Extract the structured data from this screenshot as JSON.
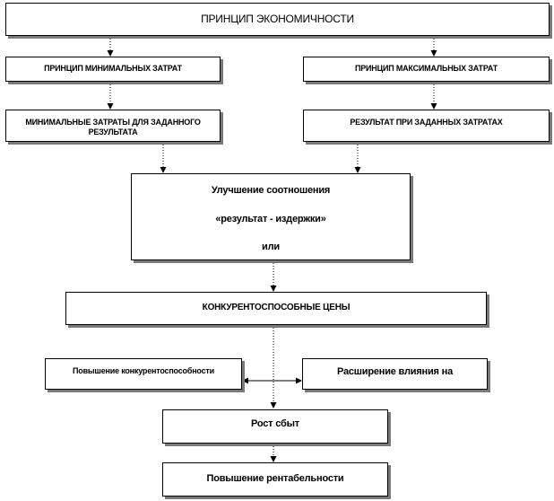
{
  "diagram": {
    "top": "ПРИНЦИП ЭКОНОМИЧНОСТИ",
    "min_principle": "ПРИНЦИП МИНИМАЛЬНЫХ ЗАТРАТ",
    "max_principle": "ПРИНЦИП МАКСИМАЛЬНЫХ ЗАТРАТ",
    "min_costs": "МИНИМАЛЬНЫЕ ЗАТРАТЫ ДЛЯ ЗАДАННОГО РЕЗУЛЬТАТА",
    "result_costs": "РЕЗУЛЬТАТ ПРИ ЗАДАННЫХ ЗАТРАТАХ",
    "improvement": {
      "line1": "Улучшение соотношения",
      "line2": "«результат - издержки»",
      "line3": "или"
    },
    "prices": "КОНКУРЕНТОСПОСОБНЫЕ ЦЕНЫ",
    "competitiveness": "Повышение конкурентоспособности",
    "influence": "Расширение влияния на",
    "sales": "Рост сбыт",
    "profitability": "Повышение рентабельности"
  }
}
